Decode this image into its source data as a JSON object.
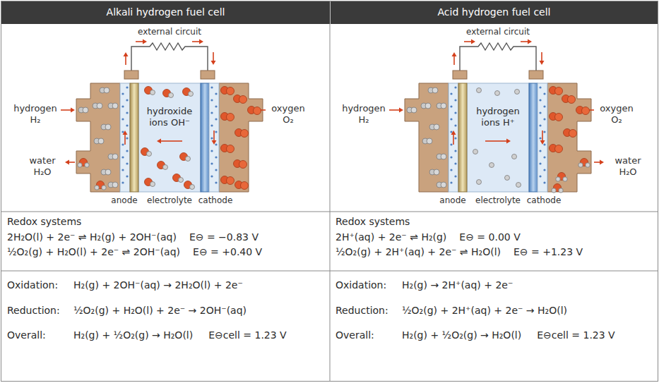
{
  "diagram": {
    "nodes": [
      {
        "text": [
          "Alkali hydrogen fuel cell"
        ]
      },
      {
        "text": [
          "Acid hydrogen fuel cell"
        ]
      },
      {
        "text": [
          "hydroxide ions OH⁻"
        ]
      },
      {
        "text": [
          "hydrogen ions H⁺"
        ]
      },
      {
        "text": [
          "Redox systems",
          "2H₂O(l) + 2e⁻ ⇌ H₂(g) + 2OH⁻(aq)",
          "E⊖ = −0.83 V",
          "½O₂(g) + H₂O(l) + 2e⁻ ⇌ 2OH⁻(aq)",
          "E⊖ = +0.40 V"
        ]
      },
      {
        "text": [
          "Redox systems",
          "2H⁺(aq) + 2e⁻ ⇌ H₂(g)",
          "E⊖ = 0.00 V",
          "½O₂(g) + 2H⁺(aq) + 2e⁻ ⇌ H₂O(l)",
          "E⊖ = +1.23 V"
        ]
      },
      {
        "text": [
          "Oxidation:",
          "H₂(g) + 2OH⁻(aq) → 2H₂O(l) + 2e⁻",
          "Reduction:",
          "½O₂(g) + H₂O(l) + 2e⁻ → 2OH⁻(aq)",
          "Overall:",
          "H₂(g) + ½O₂(g) → H₂O(l)",
          "E⊖cell = 1.23 V"
        ]
      },
      {
        "text": [
          "Oxidation:",
          "H₂(g) → 2H⁺(aq) + 2e⁻",
          "Reduction:",
          "½O₂(g) + 2H⁺(aq) + 2e⁻ → H₂O(l)",
          "Overall:",
          "H₂(g) + ½O₂(g) → H₂O(l)",
          "E⊖cell = 1.23 V"
        ]
      }
    ],
    "labels": [
      "external circuit",
      "hydrogen H₂",
      "water H₂O",
      "oxygen O₂",
      "anode",
      "electrolyte",
      "cathode",
      "external circuit",
      "hydrogen H₂",
      "oxygen O₂",
      "water H₂O",
      "anode",
      "electrolyte",
      "cathode"
    ]
  }
}
